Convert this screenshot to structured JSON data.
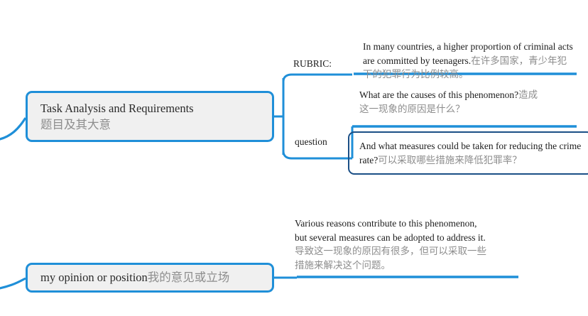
{
  "diagram": {
    "type": "mind-map",
    "colors": {
      "node_border": "#1f8fd8",
      "node_fill": "#f0f0f0",
      "connector": "#1f8fd8",
      "leaf_box_border": "#1b4f86",
      "english_text": "#1c1c1c",
      "chinese_text": "#8d8d8d"
    },
    "nodes": [
      {
        "id": "task-analysis",
        "label_en": "Task Analysis and Requirements",
        "label_cn": "题目及其大意"
      },
      {
        "id": "my-opinion",
        "label_en": "my opinion or position",
        "label_cn": "我的意见或立场"
      }
    ],
    "branches": [
      {
        "id": "rubric",
        "label": "RUBRIC:"
      },
      {
        "id": "question",
        "label": "question"
      }
    ],
    "leaves": [
      {
        "id": "rubric-text",
        "parent": "rubric",
        "boxed": false,
        "en": "In many countries, a higher proportion of criminal acts are committed by teenagers.",
        "cn": "在许多国家，青少年犯下的犯罪行为比例较高。"
      },
      {
        "id": "question-causes",
        "parent": "question",
        "boxed": false,
        "en": "What are the causes of this phenomenon?",
        "cn": "造成这一现象的原因是什么？"
      },
      {
        "id": "question-measures",
        "parent": "question",
        "boxed": true,
        "en": "And what measures could be taken for reducing the crime rate?",
        "cn": "可以采取哪些措施来降低犯罪率？"
      },
      {
        "id": "opinion-text",
        "parent": "my-opinion",
        "boxed": false,
        "en": "Various reasons contribute to this phenomenon, but several measures can be adopted to address it.",
        "cn": "导致这一现象的原因有很多，但可以采取一些措施来解决这个问题。"
      }
    ]
  }
}
